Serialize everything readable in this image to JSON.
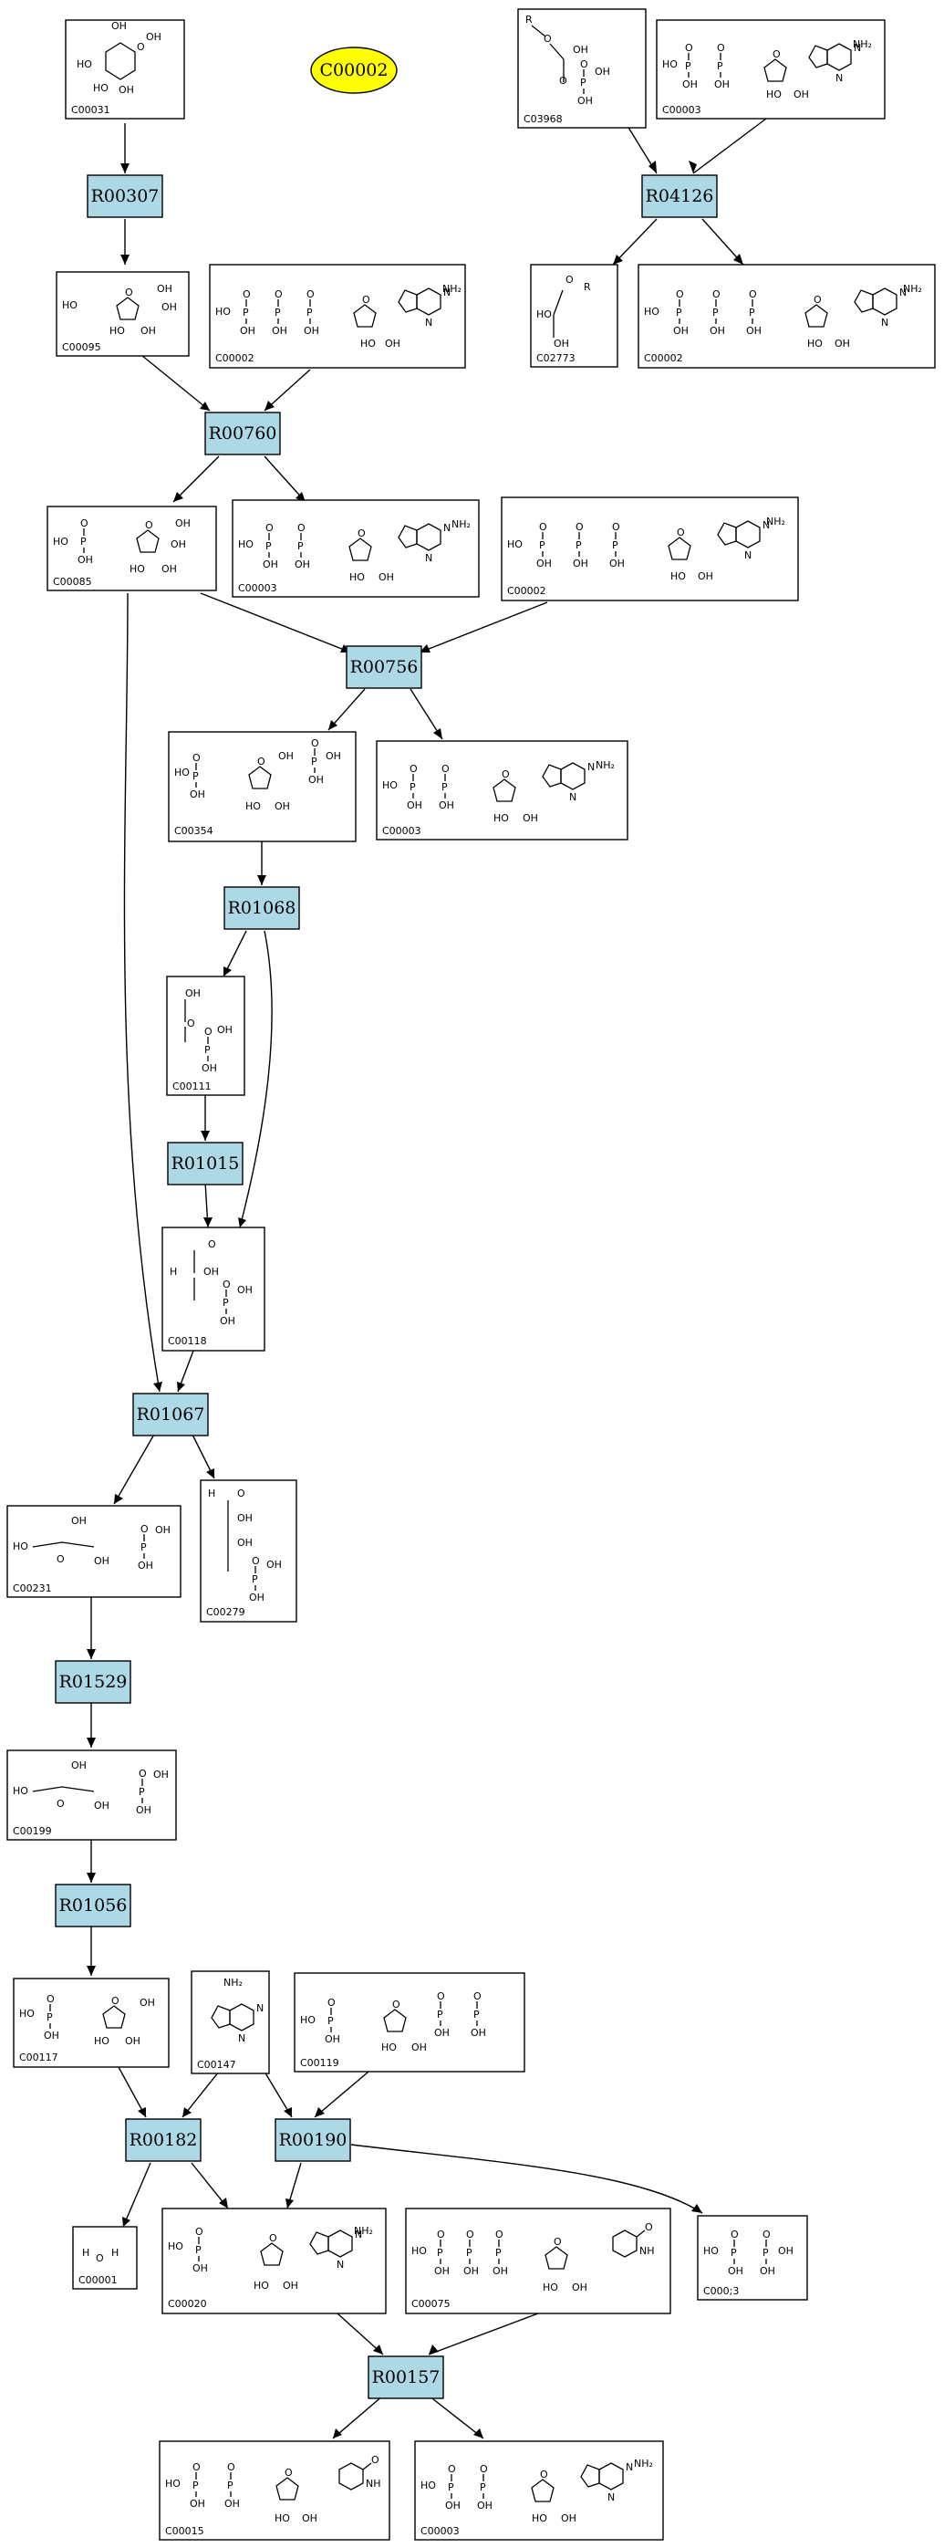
{
  "colors": {
    "reaction_fill": "#add8e6",
    "highlight_fill": "#ffff00",
    "line": "#000000",
    "background": "#ffffff"
  },
  "highlight": {
    "label": "C00002"
  },
  "reactions": [
    {
      "id": "R00307"
    },
    {
      "id": "R04126"
    },
    {
      "id": "R00760"
    },
    {
      "id": "R00756"
    },
    {
      "id": "R01068"
    },
    {
      "id": "R01015"
    },
    {
      "id": "R01067"
    },
    {
      "id": "R01529"
    },
    {
      "id": "R01056"
    },
    {
      "id": "R00182"
    },
    {
      "id": "R00190"
    },
    {
      "id": "R00157"
    }
  ],
  "compounds": [
    {
      "id": "C00031"
    },
    {
      "id": "C03968"
    },
    {
      "id": "C00003"
    },
    {
      "id": "C00095"
    },
    {
      "id": "C00002"
    },
    {
      "id": "C02773"
    },
    {
      "id": "C00002"
    },
    {
      "id": "C00085"
    },
    {
      "id": "C00003"
    },
    {
      "id": "C00002"
    },
    {
      "id": "C00354"
    },
    {
      "id": "C00003"
    },
    {
      "id": "C00111"
    },
    {
      "id": "C00118"
    },
    {
      "id": "C00231"
    },
    {
      "id": "C00279"
    },
    {
      "id": "C00199"
    },
    {
      "id": "C00117"
    },
    {
      "id": "C00147"
    },
    {
      "id": "C00119"
    },
    {
      "id": "C00001"
    },
    {
      "id": "C00020"
    },
    {
      "id": "C00075"
    },
    {
      "id": "C000;3"
    },
    {
      "id": "C00015"
    },
    {
      "id": "C00003"
    }
  ]
}
